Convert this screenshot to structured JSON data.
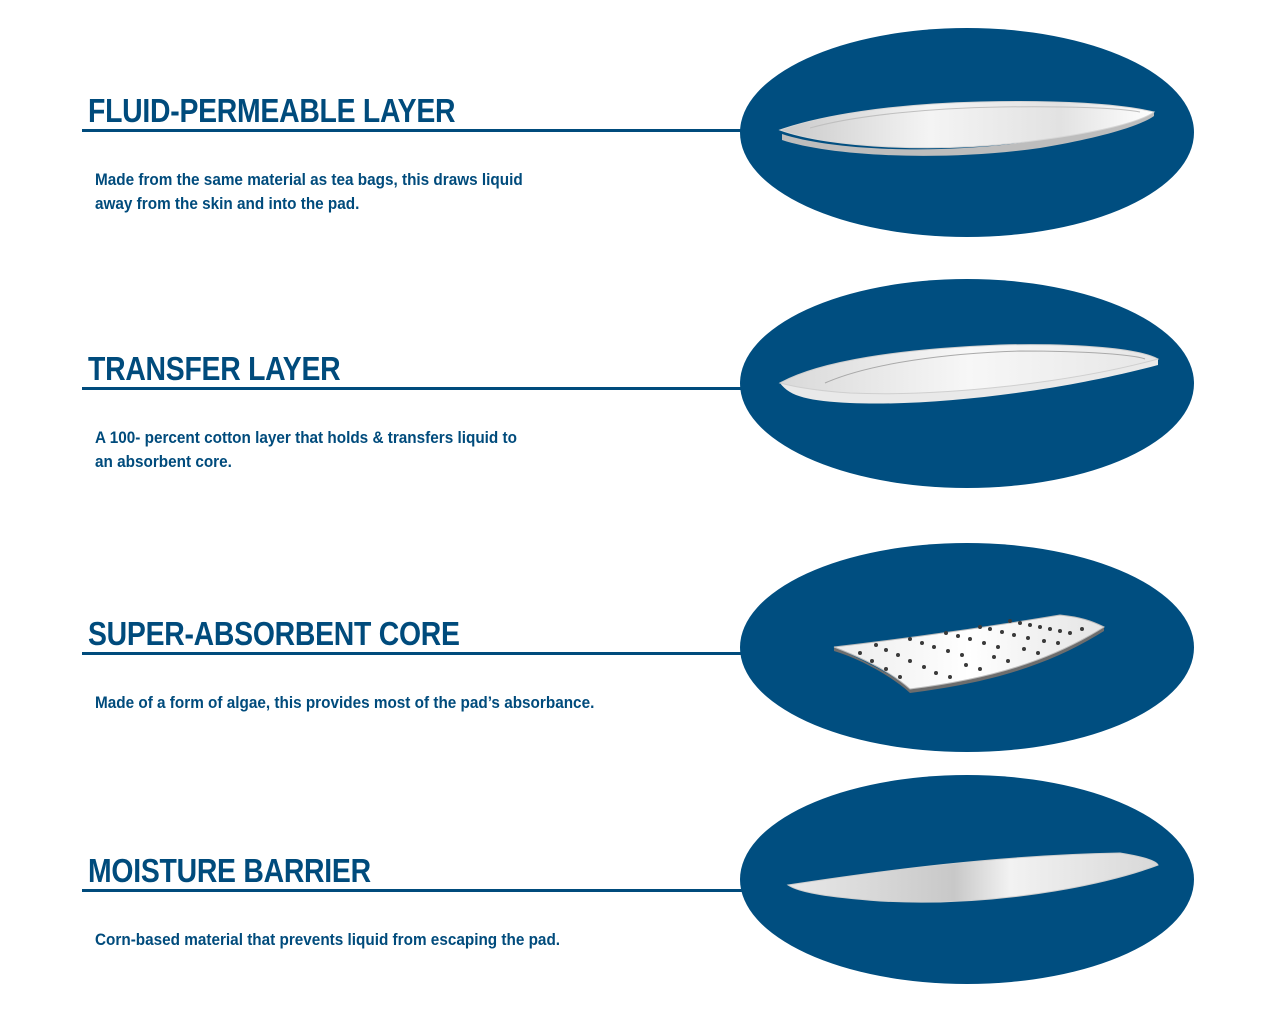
{
  "layers": [
    {
      "title": "FLUID-PERMEABLE LAYER",
      "description_lines": [
        "Made from the same material as tea bags, this draws liquid",
        "away from the skin and into the pad."
      ],
      "illustration": "fluid-permeable-layer-illustration"
    },
    {
      "title": "TRANSFER LAYER",
      "description_lines": [
        "A 100- percent cotton layer that holds & transfers liquid to",
        "an absorbent core."
      ],
      "illustration": "transfer-layer-illustration"
    },
    {
      "title": "SUPER-ABSORBENT CORE",
      "description_lines": [
        "Made of a form of algae, this provides most of the pad’s absorbance."
      ],
      "illustration": "super-absorbent-core-illustration"
    },
    {
      "title": "MOISTURE BARRIER",
      "description_lines": [
        "Corn-based material that prevents liquid from escaping the pad."
      ],
      "illustration": "moisture-barrier-illustration"
    }
  ],
  "colors": {
    "primary_blue": "#004b7c",
    "oval_blue": "#004e80",
    "background": "#ffffff"
  }
}
